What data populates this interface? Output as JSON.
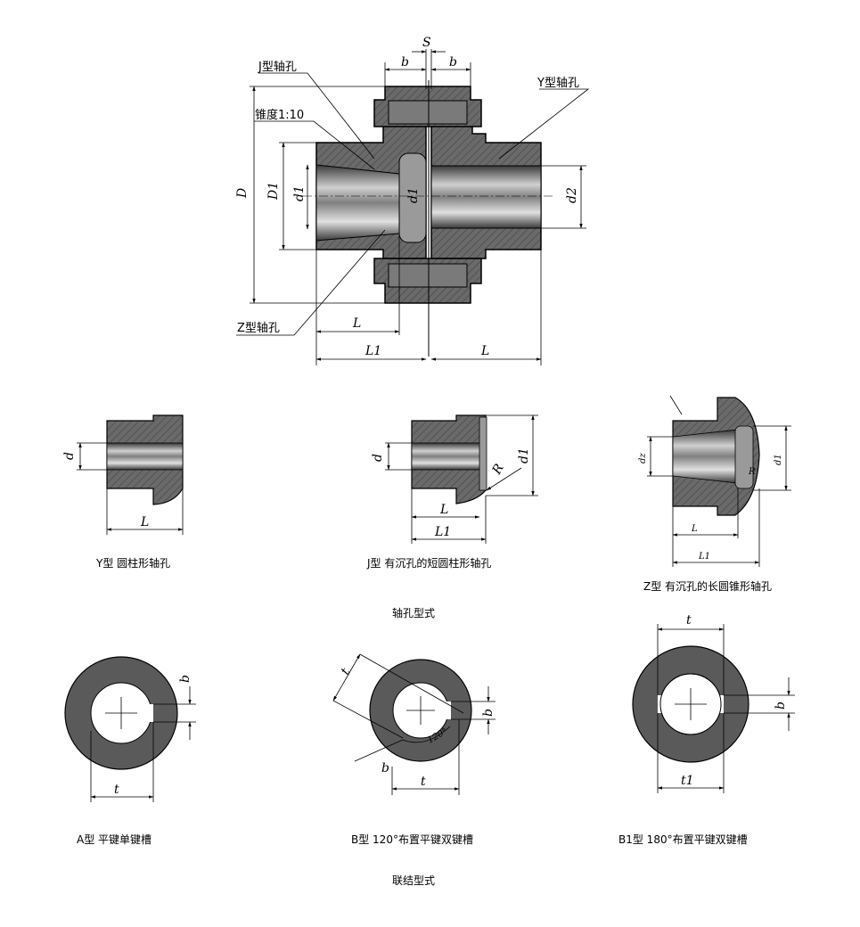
{
  "main": {
    "labels": {
      "S": "S",
      "b_left": "b",
      "b_right": "b",
      "j_hole": "J型轴孔",
      "y_hole": "Y型轴孔",
      "taper": "锥度1:10",
      "D": "D",
      "D1": "D1",
      "d1_left": "d1",
      "d1_mid": "d1",
      "d2": "d2",
      "z_hole": "Z型轴孔",
      "L_inner": "L",
      "L1": "L1",
      "L_right": "L"
    }
  },
  "bore_types": {
    "section_title": "轴孔型式",
    "y": {
      "caption": "Y型 圆柱形轴孔",
      "d": "d",
      "L": "L"
    },
    "j": {
      "caption": "J型 有沉孔的短圆柱形轴孔",
      "d": "d",
      "d1": "d1",
      "R": "R",
      "L": "L",
      "L1": "L1"
    },
    "z": {
      "caption": "Z型 有沉孔的长圆锥形轴孔",
      "dz": "dz",
      "d1": "d1",
      "R": "R",
      "L": "L",
      "L1": "L1"
    }
  },
  "keyways": {
    "section_title": "联结型式",
    "a": {
      "caption": "A型 平键单键槽",
      "b": "b",
      "t": "t"
    },
    "b": {
      "caption": "B型 120°布置平键双键槽",
      "t_top": "t",
      "b_right": "b",
      "b_low": "b",
      "t_bottom": "t",
      "angle": "120°"
    },
    "b1": {
      "caption": "B1型 180°布置平键双键槽",
      "t": "t",
      "b": "b",
      "t1": "t1"
    }
  },
  "colors": {
    "section_fill": "#5a5a5a",
    "line": "#000000",
    "background": "#ffffff"
  }
}
